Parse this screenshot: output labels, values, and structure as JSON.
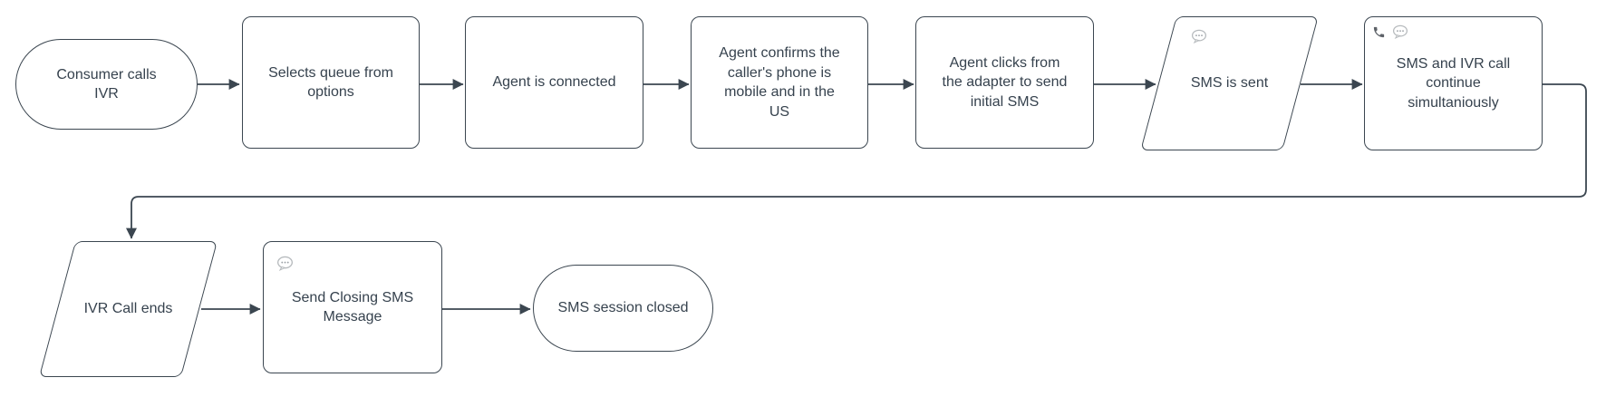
{
  "diagram": {
    "type": "flowchart",
    "colors": {
      "background": "#ffffff",
      "shape_fill": "#ffffff",
      "shape_stroke": "#3b4650",
      "text": "#36424e",
      "arrow": "#3b4650",
      "bubble_icon": "#b6babd",
      "phone_icon": "#5d6268"
    },
    "nodes": [
      {
        "id": "consumer-calls-ivr",
        "shape": "terminator",
        "label": "Consumer calls\nIVR"
      },
      {
        "id": "selects-queue",
        "shape": "process",
        "label": "Selects queue from\noptions"
      },
      {
        "id": "agent-connected",
        "shape": "process",
        "label": "Agent is connected"
      },
      {
        "id": "agent-confirms-phone",
        "shape": "process",
        "label": "Agent confirms the\ncaller's phone is\nmobile and in the\nUS"
      },
      {
        "id": "agent-clicks-adapter",
        "shape": "process",
        "label": "Agent clicks from\nthe adapter to send\ninitial SMS"
      },
      {
        "id": "sms-is-sent",
        "shape": "parallelogram",
        "label": "SMS is sent",
        "icons": [
          "speech-bubble"
        ]
      },
      {
        "id": "sms-ivr-simultaneous",
        "shape": "process",
        "label": "SMS and IVR call\ncontinue\nsimultaniously",
        "icons": [
          "phone",
          "speech-bubble"
        ]
      },
      {
        "id": "ivr-call-ends",
        "shape": "parallelogram",
        "label": "IVR Call ends"
      },
      {
        "id": "send-closing-sms",
        "shape": "process",
        "label": "Send Closing SMS\nMessage",
        "icons": [
          "speech-bubble"
        ]
      },
      {
        "id": "sms-session-closed",
        "shape": "terminator",
        "label": "SMS session closed"
      }
    ],
    "edges": [
      {
        "from": "consumer-calls-ivr",
        "to": "selects-queue"
      },
      {
        "from": "selects-queue",
        "to": "agent-connected"
      },
      {
        "from": "agent-connected",
        "to": "agent-confirms-phone"
      },
      {
        "from": "agent-confirms-phone",
        "to": "agent-clicks-adapter"
      },
      {
        "from": "agent-clicks-adapter",
        "to": "sms-is-sent"
      },
      {
        "from": "sms-is-sent",
        "to": "sms-ivr-simultaneous"
      },
      {
        "from": "sms-ivr-simultaneous",
        "to": "ivr-call-ends"
      },
      {
        "from": "ivr-call-ends",
        "to": "send-closing-sms"
      },
      {
        "from": "send-closing-sms",
        "to": "sms-session-closed"
      }
    ]
  }
}
